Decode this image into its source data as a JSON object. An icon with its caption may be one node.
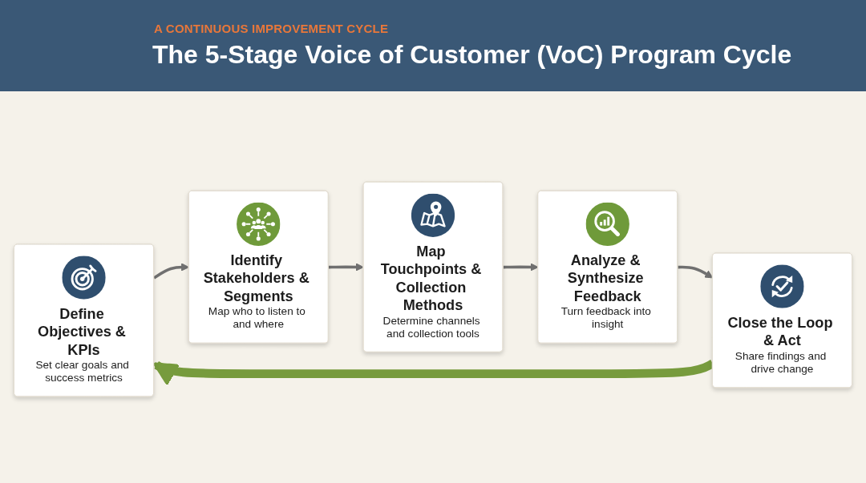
{
  "diagram": {
    "title": "The 5-Stage Voice of Customer (VoC) Program Cycle",
    "nodes": [
      {
        "text": [
          "Define Objectives & KPIs",
          "Set clear goals and success metrics"
        ]
      },
      {
        "text": [
          "Identify Stakeholders & Segments",
          "Map who to listen to and where"
        ]
      },
      {
        "text": [
          "Map Touchpoints & Collection Methods",
          "Determine channels and collection tools"
        ]
      },
      {
        "text": [
          "Analyze & Synthesize Feedback",
          "Turn feedback into insight"
        ]
      },
      {
        "text": [
          "Close the Loop & Act",
          "Share findings and drive change"
        ]
      }
    ],
    "edges": [
      {
        "from": 0,
        "to": 1,
        "arrow": "to"
      },
      {
        "from": 1,
        "to": 2,
        "arrow": "to"
      },
      {
        "from": 2,
        "to": 3,
        "arrow": "to"
      },
      {
        "from": 3,
        "to": 4,
        "arrow": "to"
      },
      {
        "from": 4,
        "to": 0,
        "arrow": "to",
        "style": "thick",
        "color": "#779b3d"
      }
    ],
    "labels": [
      "A CONTINUOUS IMPROVEMENT CYCLE"
    ]
  }
}
